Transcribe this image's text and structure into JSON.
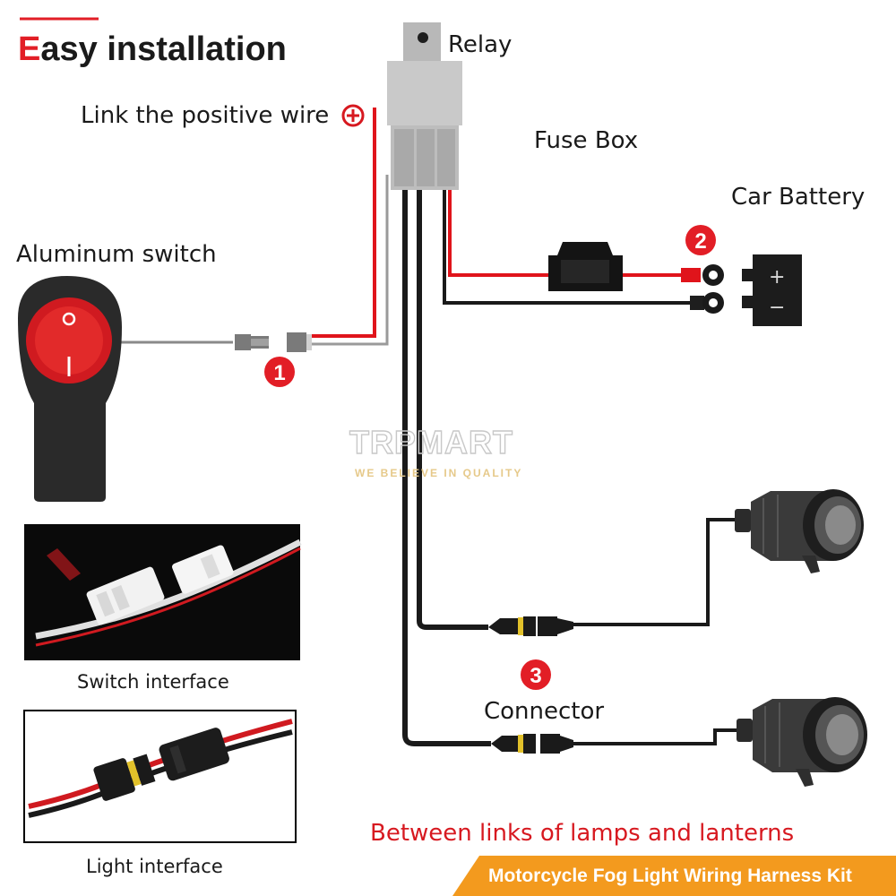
{
  "title": {
    "first_letter": "E",
    "rest": "asy installation"
  },
  "labels": {
    "relay": "Relay",
    "link_positive": "Link the positive wire",
    "fuse_box": "Fuse Box",
    "car_battery": "Car Battery",
    "aluminum_switch": "Aluminum switch",
    "connector": "Connector",
    "between_links": "Between links of lamps and lanterns",
    "switch_interface": "Switch interface",
    "light_interface": "Light interface"
  },
  "badges": [
    "1",
    "2",
    "3"
  ],
  "battery": {
    "plus": "+",
    "minus": "−"
  },
  "watermark": {
    "brand": "TRPMART",
    "tagline": "WE BELIEVE IN QUALITY"
  },
  "banner": "Motorcycle Fog Light Wiring Harness Kit",
  "colors": {
    "accent_red": "#e21e26",
    "wire_red": "#e0141b",
    "wire_black": "#1a1a1a",
    "relay_gray": "#cfcfcf",
    "banner_orange": "#f39a1e"
  },
  "icons": {
    "positive": "plus-circle-icon",
    "relay": "relay-icon",
    "fuse": "fuse-holder-icon",
    "battery": "battery-icon",
    "switch": "rocker-switch-icon",
    "lamp": "fog-lamp-icon"
  }
}
